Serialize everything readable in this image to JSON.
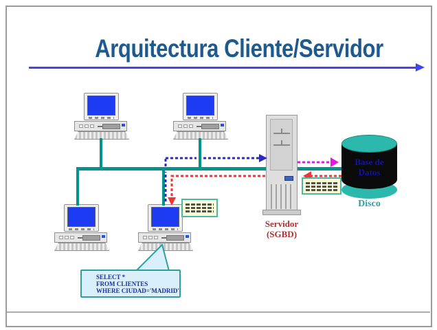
{
  "title": {
    "text": "Arquitectura Cliente/Servidor"
  },
  "diagram": {
    "clients": {
      "count": 4,
      "icon": "client-computer-icon"
    },
    "server": {
      "icon": "server-tower-icon",
      "label": [
        "Servidor",
        "(SGBD)"
      ]
    },
    "database": {
      "icon": "database-cylinder-icon",
      "label": [
        "Base de",
        "Datos"
      ],
      "caption": "Disco"
    },
    "result_sets": {
      "count": 2,
      "icon": "result-set-icon",
      "rows_per_set": 3
    },
    "network": {
      "type": "bus",
      "color": "#00948C"
    },
    "flows": [
      {
        "name": "query-client-to-server",
        "style": "dashed",
        "color": "#2B2BC4"
      },
      {
        "name": "request-server-to-disk",
        "style": "dashed",
        "color": "#E515E5"
      },
      {
        "name": "data-disk-to-server",
        "style": "dashed",
        "color": "#F23434"
      },
      {
        "name": "result-server-to-client",
        "style": "dashed",
        "color": "#F23434"
      }
    ]
  },
  "sql_bubble": {
    "lines": [
      "SELECT *",
      "FROM CLIENTES",
      "WHERE CIUDAD='MADRID'"
    ]
  },
  "colors": {
    "title": "#1E5A8E",
    "title_underline": "#4143F7",
    "network": "#00948C",
    "query_arrow": "#2B2BC4",
    "result_arrow": "#F23434",
    "disk_request_arrow": "#E515E5",
    "server_label": "#B03030",
    "db_label": "#1212A8",
    "disk_label": "#2E9E9E",
    "screen_blue": "#1C3BF2",
    "db_cylinder_top": "#2CB8AC",
    "db_cylinder_body": "#0A0A0A",
    "bubble_fill": "#D9EFFA",
    "bubble_border": "#2E9E9E",
    "resultset_fill": "#FBFBD8",
    "resultset_border": "#49B8A8",
    "frame_border": "#9B9B9B"
  }
}
